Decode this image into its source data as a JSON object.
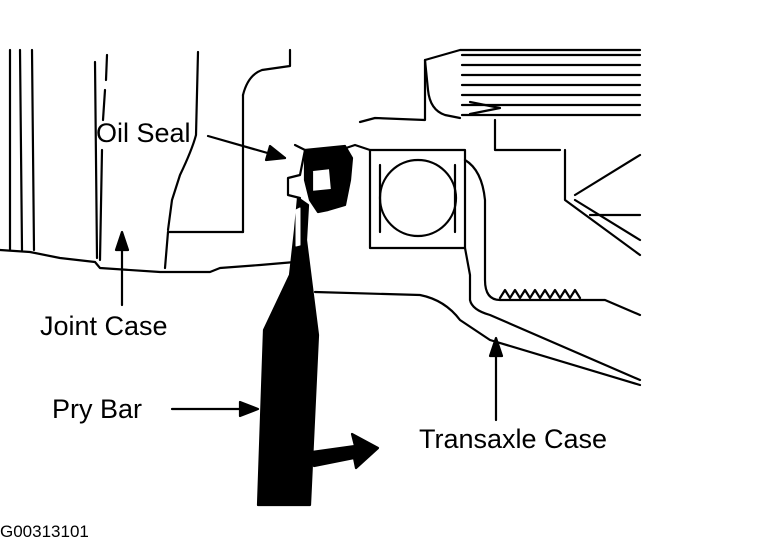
{
  "labels": {
    "oil_seal": "Oil Seal",
    "joint_case": "Joint Case",
    "pry_bar": "Pry Bar",
    "transaxle_case": "Transaxle Case"
  },
  "figure_id": "G00313101",
  "colors": {
    "ink": "#000000",
    "paper": "#ffffff"
  }
}
